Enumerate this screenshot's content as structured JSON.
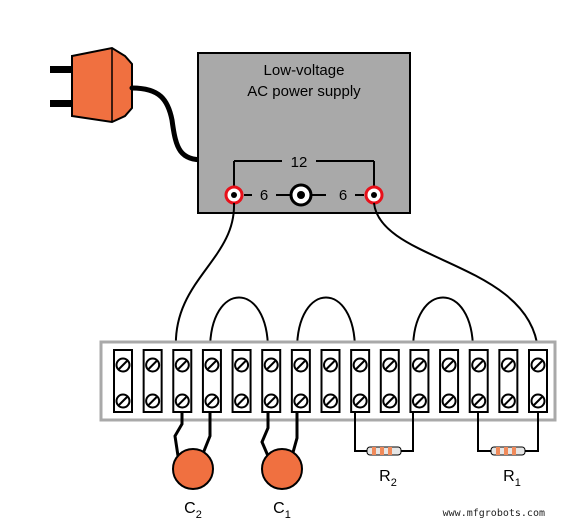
{
  "power_supply": {
    "title_line1": "Low-voltage",
    "title_line2": "AC power supply",
    "tap_full": "12",
    "tap_left": "6",
    "tap_right": "6"
  },
  "components": {
    "c2": {
      "letter": "C",
      "subscript": "2"
    },
    "c1": {
      "letter": "C",
      "subscript": "1"
    },
    "r2": {
      "letter": "R",
      "subscript": "2"
    },
    "r1": {
      "letter": "R",
      "subscript": "1"
    }
  },
  "terminal_strip": {
    "terminal_count": 15
  },
  "watermark": "www.mfgrobots.com",
  "colors": {
    "plug": "#f07040",
    "psu_body": "#a9a9a9",
    "terminal_ring": "#e8101a",
    "capacitor": "#f07040",
    "resistor_band": "#f08a5a"
  }
}
